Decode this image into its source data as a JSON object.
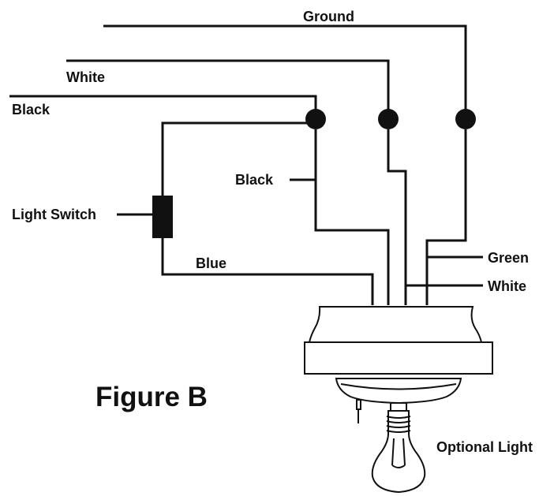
{
  "labels": {
    "ground": "Ground",
    "white_supply": "White",
    "black_supply": "Black",
    "black_tap": "Black",
    "light_switch": "Light Switch",
    "blue": "Blue",
    "green": "Green",
    "white_fixture": "White",
    "figure_title": "Figure B",
    "optional_light": "Optional Light"
  },
  "colors": {
    "ink": "#111111",
    "background": "#ffffff"
  }
}
